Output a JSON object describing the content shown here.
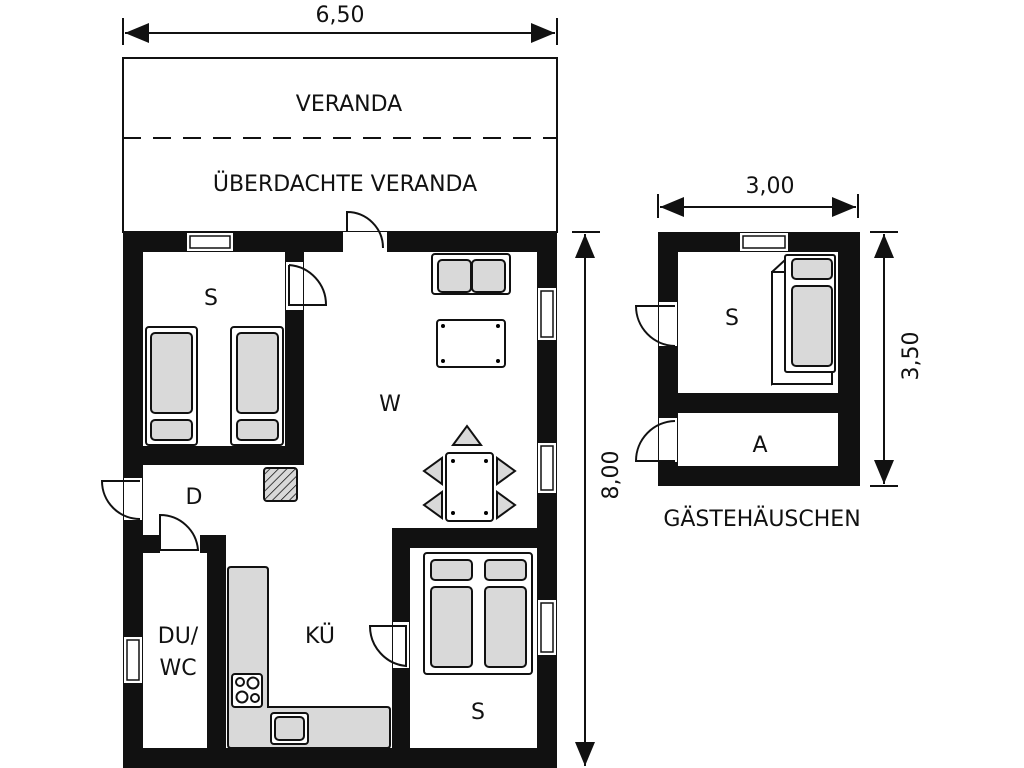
{
  "dimensions": {
    "main_width": "6,50",
    "main_depth": "8,00",
    "guest_width": "3,00",
    "guest_depth": "3,50"
  },
  "rooms": {
    "veranda": "VERANDA",
    "covered_veranda": "ÜBERDACHTE VERANDA",
    "bedroom_1": "S",
    "living": "W",
    "hall": "D",
    "shower_line1": "DU/",
    "shower_line2": "WC",
    "kitchen": "KÜ",
    "bedroom_2": "S",
    "guest_bedroom": "S",
    "guest_storage": "A"
  },
  "guest_house_label": "GÄSTEHÄUSCHEN"
}
